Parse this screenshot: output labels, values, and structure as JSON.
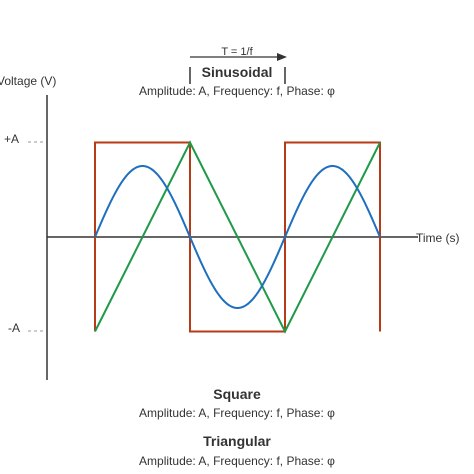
{
  "period_label": "T = 1/f",
  "axes": {
    "y_label": "Voltage (V)",
    "x_label": "Time (s)",
    "y_pos_tick": "+A",
    "y_neg_tick": "-A"
  },
  "waves": [
    {
      "key": "sinusoidal",
      "title": "Sinusoidal",
      "params": "Amplitude: A, Frequency: f, Phase: φ",
      "color": "#1f6fbf"
    },
    {
      "key": "square",
      "title": "Square",
      "params": "Amplitude: A, Frequency: f, Phase: φ",
      "color": "#b83a16"
    },
    {
      "key": "triangular",
      "title": "Triangular",
      "params": "Amplitude: A, Frequency: f, Phase: φ",
      "color": "#1e9a48"
    }
  ],
  "colors": {
    "axis": "#333333",
    "guide": "#999999"
  }
}
